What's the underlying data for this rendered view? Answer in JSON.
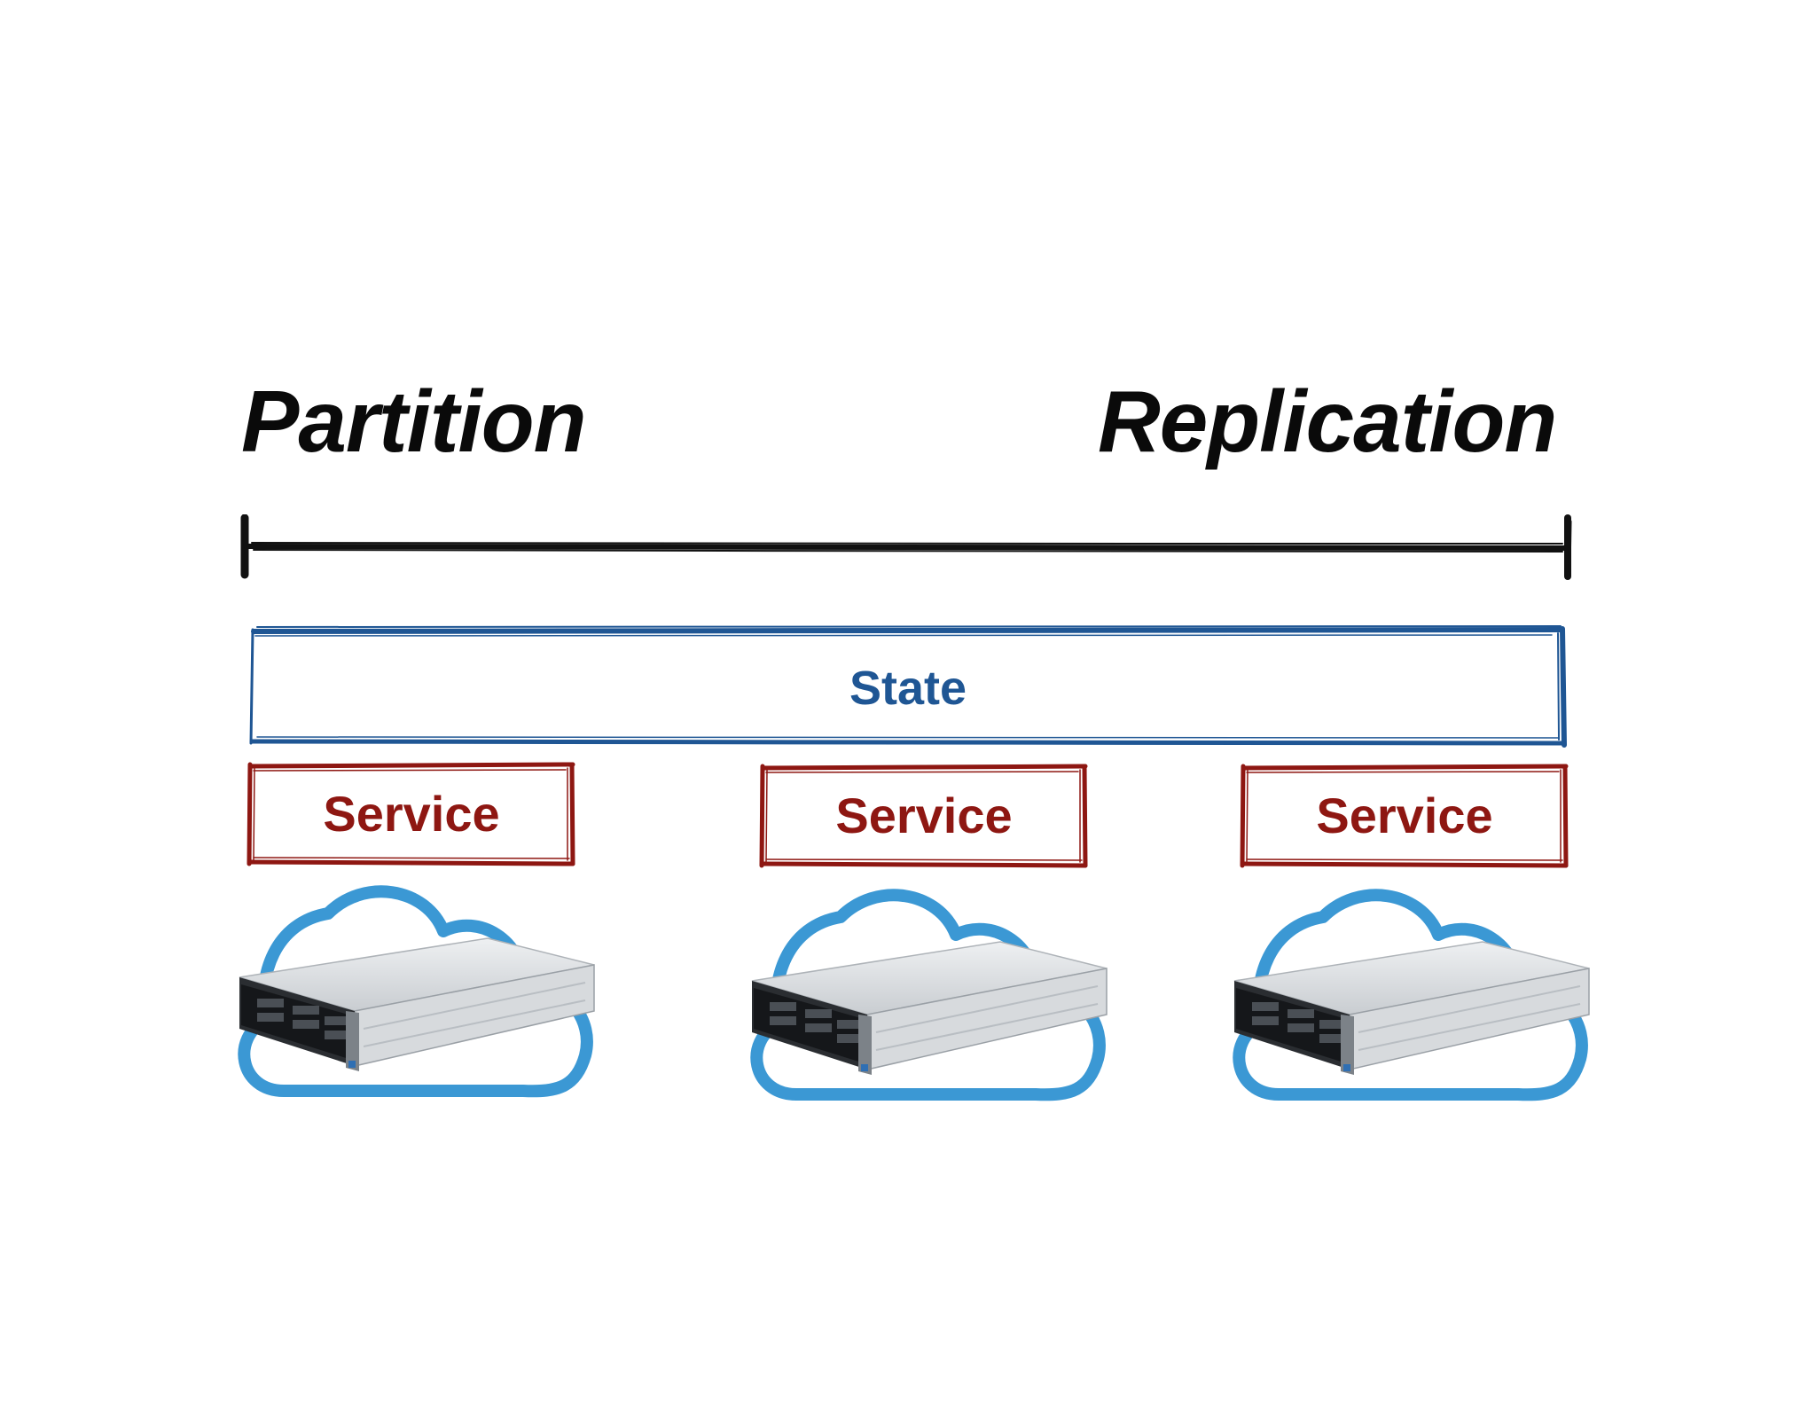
{
  "diagram": {
    "spectrum": {
      "left_label": "Partition",
      "right_label": "Replication"
    },
    "state": {
      "label": "State"
    },
    "services": [
      {
        "label": "Service"
      },
      {
        "label": "Service"
      },
      {
        "label": "Service"
      }
    ],
    "nodes": [
      {
        "icon": "cloud-server-icon"
      },
      {
        "icon": "cloud-server-icon"
      },
      {
        "icon": "cloud-server-icon"
      }
    ]
  },
  "colors": {
    "heading": "#0a0a0a",
    "state": "#1f5694",
    "service": "#8e1712",
    "cloud": "#3b98d4"
  }
}
